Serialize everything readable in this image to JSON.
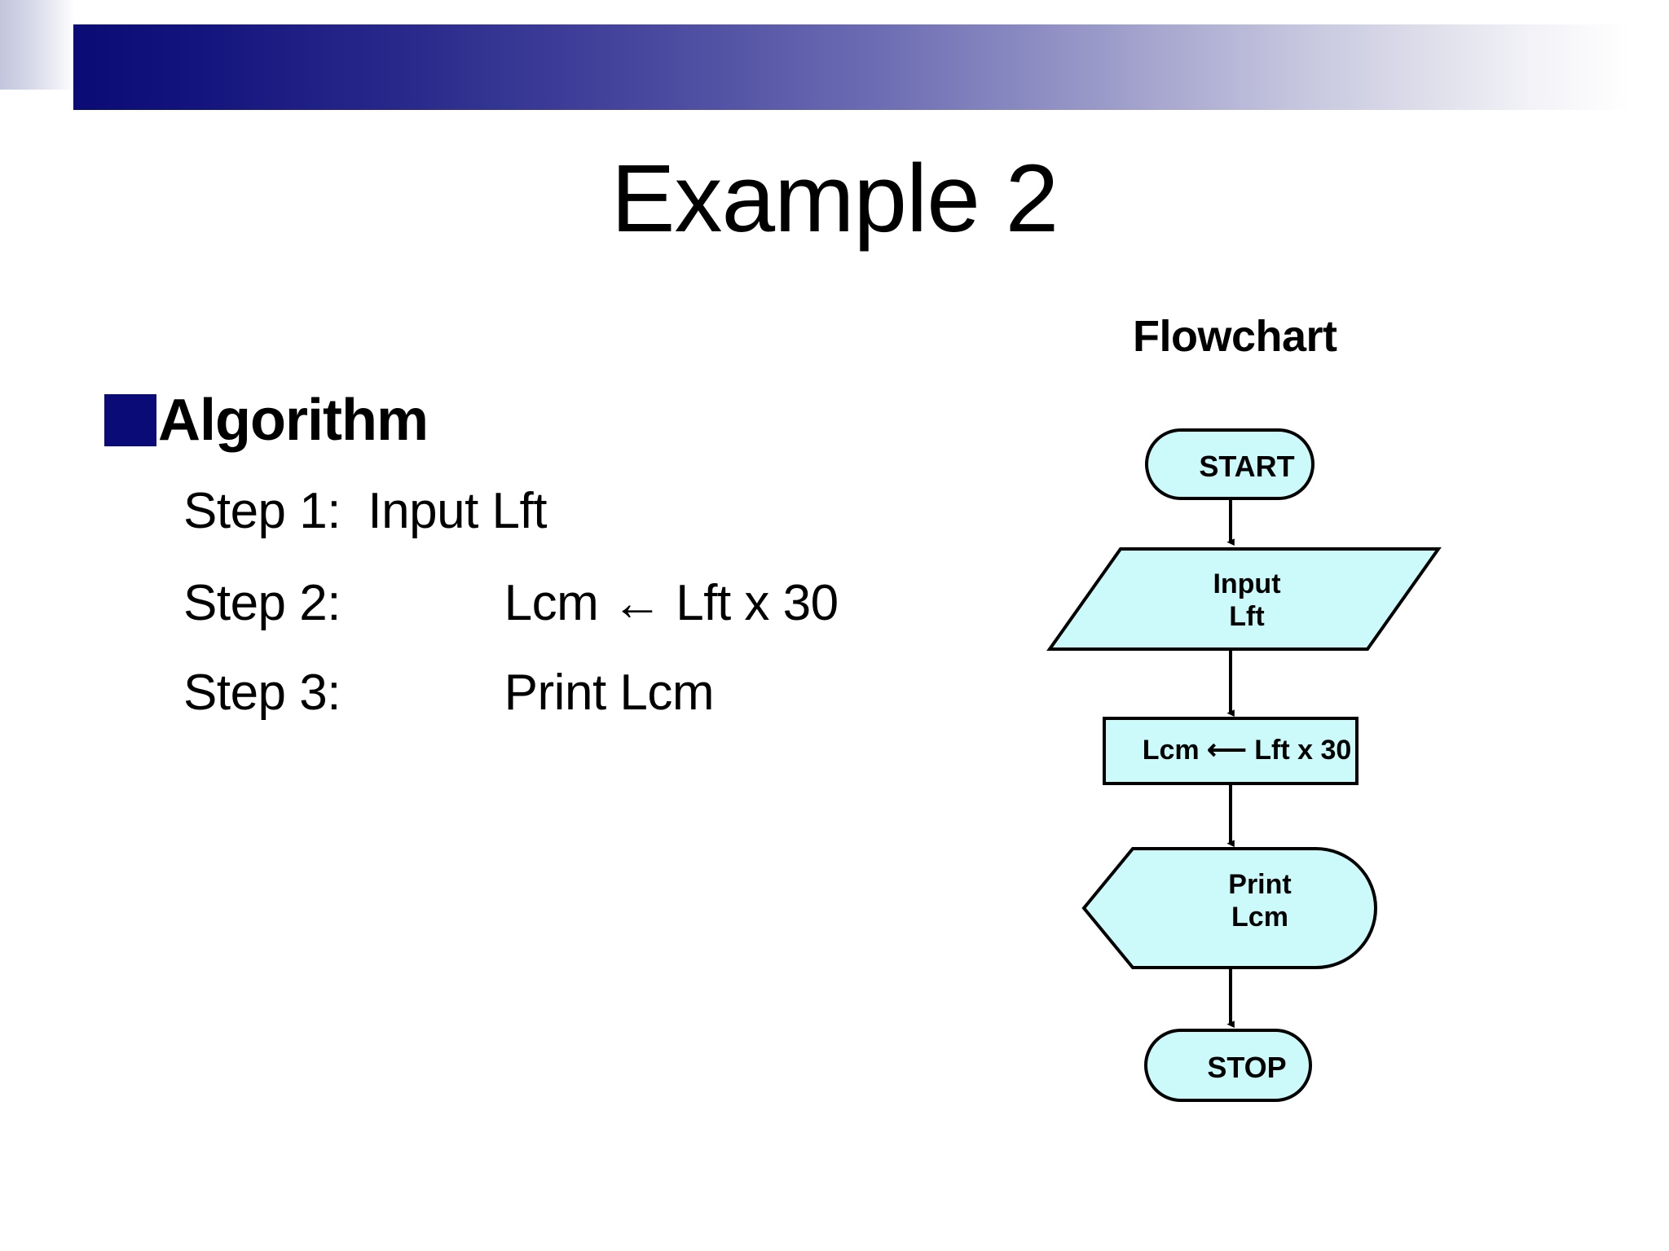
{
  "slide": {
    "title": "Example 2",
    "accent_navy": "#0b0b78",
    "node_fill": "#ccfafa",
    "node_stroke": "#000000"
  },
  "header": {
    "bar_gradient_from": "#0b0b75",
    "bar_gradient_to": "#ffffff"
  },
  "algorithm": {
    "heading": "Algorithm",
    "bullet_color": "#0b0b78",
    "steps": [
      {
        "label": "Step 1:",
        "text": "Step 1:  Input Lft"
      },
      {
        "label": "Step 2:",
        "text": "Step 2:            Lcm ← Lft x 30"
      },
      {
        "label": "Step 3:",
        "text": "Step 3:            Print Lcm"
      }
    ]
  },
  "flowchart": {
    "heading": "Flowchart",
    "nodes": [
      {
        "id": "start",
        "shape": "terminator",
        "text": "START"
      },
      {
        "id": "input",
        "shape": "parallelogram",
        "line1": "Input",
        "line2": "Lft"
      },
      {
        "id": "process",
        "shape": "rectangle",
        "text": "Lcm ⟵ Lft x 30"
      },
      {
        "id": "print",
        "shape": "display",
        "line1": "Print",
        "line2": "Lcm"
      },
      {
        "id": "stop",
        "shape": "terminator",
        "text": "STOP"
      }
    ],
    "connectors": [
      {
        "from": "start",
        "to": "input"
      },
      {
        "from": "input",
        "to": "process"
      },
      {
        "from": "process",
        "to": "print"
      },
      {
        "from": "print",
        "to": "stop"
      }
    ]
  }
}
